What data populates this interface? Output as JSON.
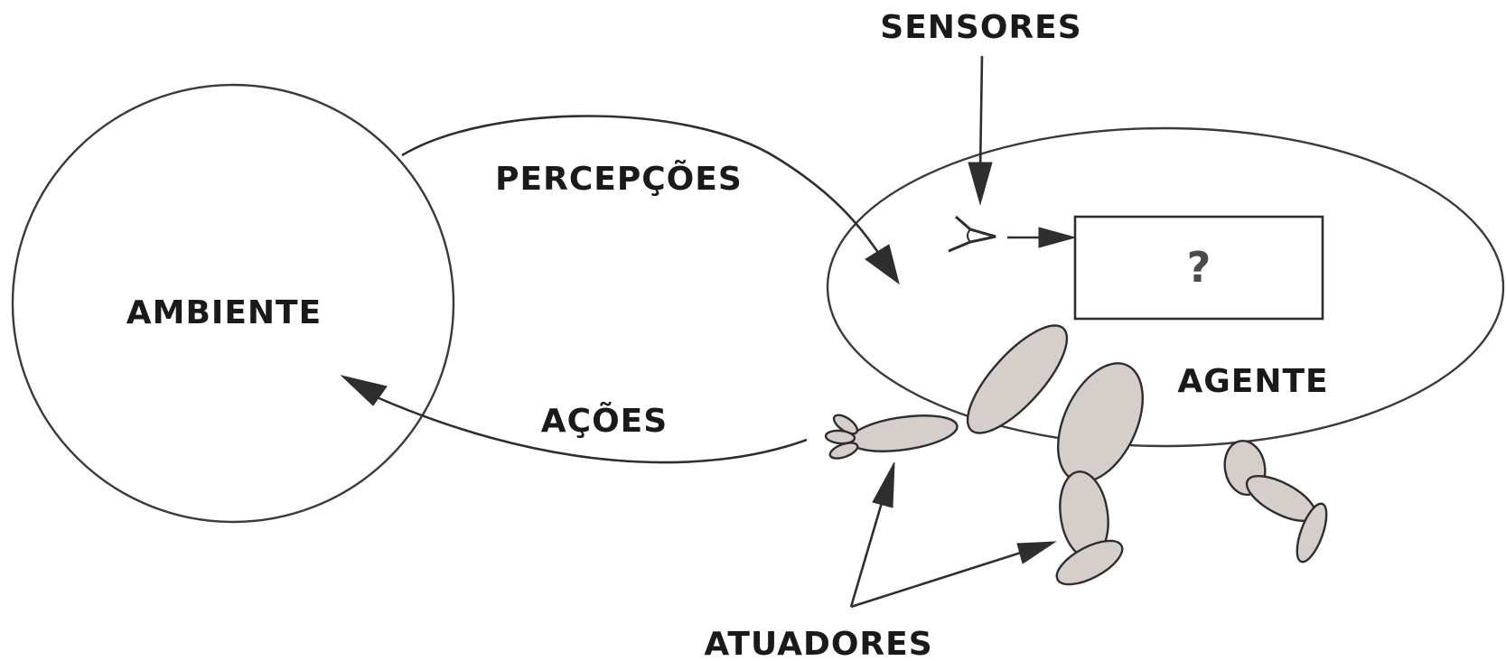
{
  "labels": {
    "environment": "AMBIENTE",
    "agent": "AGENTE",
    "perceptions": "PERCEPÇÕES",
    "actions": "AÇÕES",
    "sensors": "SENSORES",
    "actuators": "ATUADORES",
    "unknown": "?"
  }
}
